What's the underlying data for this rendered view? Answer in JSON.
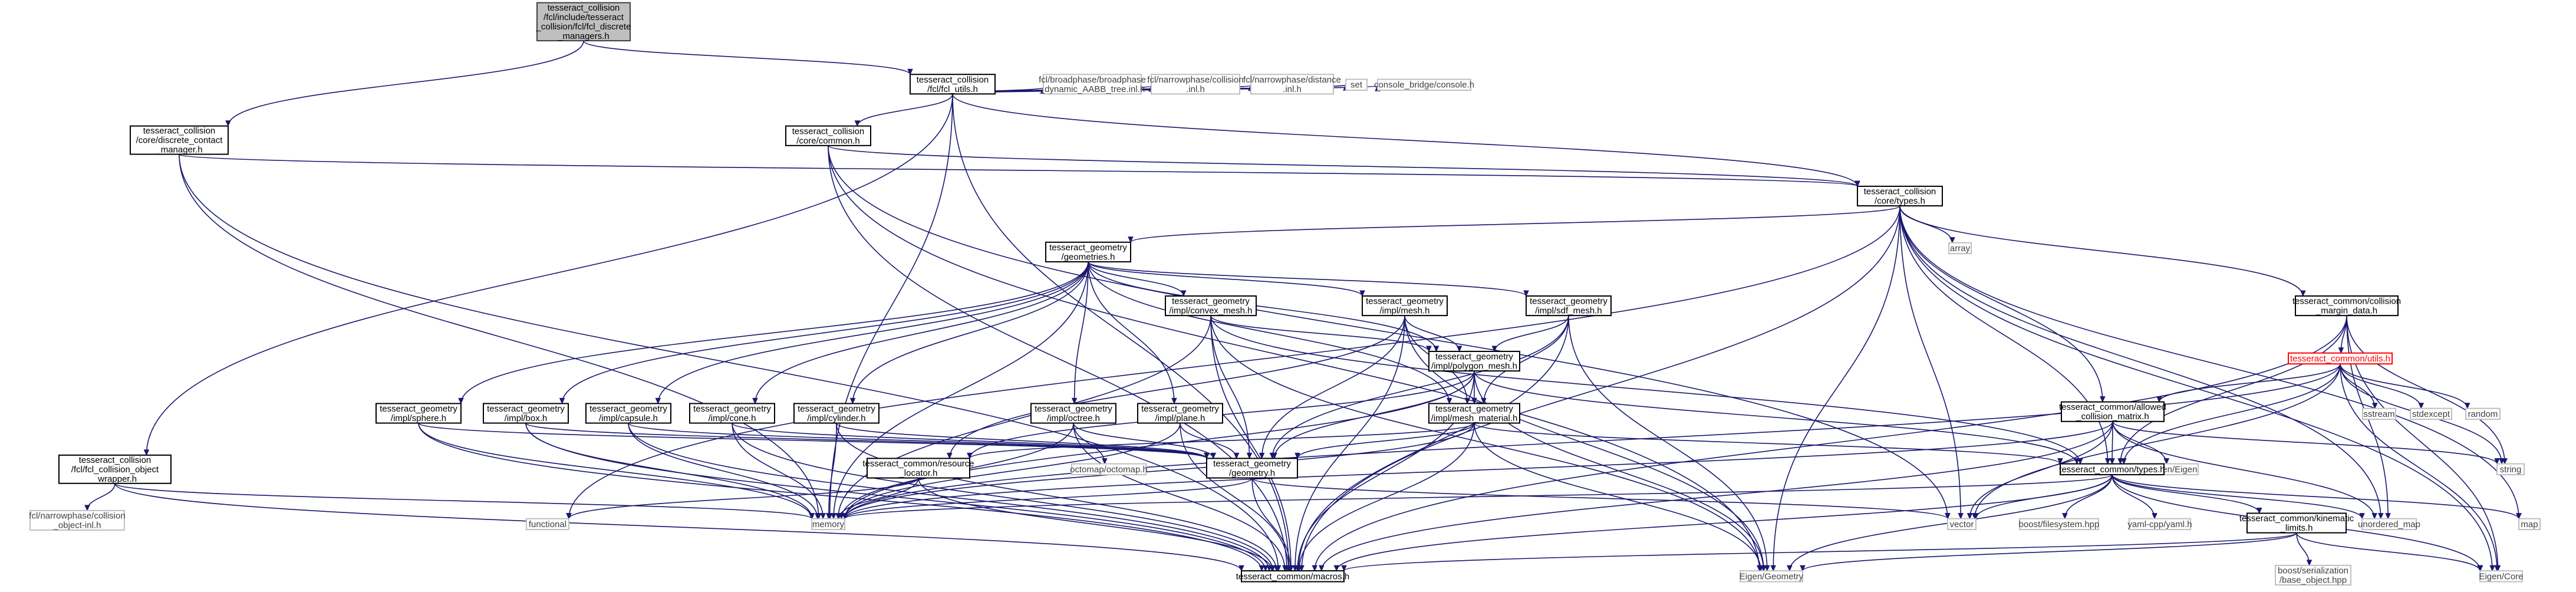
{
  "graph": {
    "nodes": [
      {
        "id": "n_root",
        "lines": [
          "tesseract_collision",
          "/fcl/include/tesseract",
          "_collision/fcl/fcl_discrete",
          "_managers.h"
        ],
        "kind": "root"
      },
      {
        "id": "n_fcl_utils",
        "lines": [
          "tesseract_collision",
          "/fcl/fcl_utils.h"
        ],
        "kind": "local"
      },
      {
        "id": "n_dcm",
        "lines": [
          "tesseract_collision",
          "/core/discrete_contact",
          "_manager.h"
        ],
        "kind": "local"
      },
      {
        "id": "n_bp",
        "lines": [
          "fcl/broadphase/broadphase",
          "_dynamic_AABB_tree.inl.h"
        ],
        "kind": "ext"
      },
      {
        "id": "n_nc",
        "lines": [
          "fcl/narrowphase/collision",
          ".inl.h"
        ],
        "kind": "ext"
      },
      {
        "id": "n_nd",
        "lines": [
          "fcl/narrowphase/distance",
          ".inl.h"
        ],
        "kind": "ext"
      },
      {
        "id": "n_set",
        "lines": [
          "set"
        ],
        "kind": "ext"
      },
      {
        "id": "n_console",
        "lines": [
          "console_bridge/console.h"
        ],
        "kind": "ext"
      },
      {
        "id": "n_common",
        "lines": [
          "tesseract_collision",
          "/core/common.h"
        ],
        "kind": "local"
      },
      {
        "id": "n_types",
        "lines": [
          "tesseract_collision",
          "/core/types.h"
        ],
        "kind": "local"
      },
      {
        "id": "n_array",
        "lines": [
          "array"
        ],
        "kind": "ext"
      },
      {
        "id": "n_geoms",
        "lines": [
          "tesseract_geometry",
          "/geometries.h"
        ],
        "kind": "local"
      },
      {
        "id": "n_cmd",
        "lines": [
          "tesseract_common/collision",
          "_margin_data.h"
        ],
        "kind": "local"
      },
      {
        "id": "n_cvx",
        "lines": [
          "tesseract_geometry",
          "/impl/convex_mesh.h"
        ],
        "kind": "local"
      },
      {
        "id": "n_mesh",
        "lines": [
          "tesseract_geometry",
          "/impl/mesh.h"
        ],
        "kind": "local"
      },
      {
        "id": "n_sdf",
        "lines": [
          "tesseract_geometry",
          "/impl/sdf_mesh.h"
        ],
        "kind": "local"
      },
      {
        "id": "n_poly",
        "lines": [
          "tesseract_geometry",
          "/impl/polygon_mesh.h"
        ],
        "kind": "local"
      },
      {
        "id": "n_utils",
        "lines": [
          "tesseract_common/utils.h"
        ],
        "kind": "red"
      },
      {
        "id": "n_sphere",
        "lines": [
          "tesseract_geometry",
          "/impl/sphere.h"
        ],
        "kind": "local"
      },
      {
        "id": "n_box",
        "lines": [
          "tesseract_geometry",
          "/impl/box.h"
        ],
        "kind": "local"
      },
      {
        "id": "n_capsule",
        "lines": [
          "tesseract_geometry",
          "/impl/capsule.h"
        ],
        "kind": "local"
      },
      {
        "id": "n_cone",
        "lines": [
          "tesseract_geometry",
          "/impl/cone.h"
        ],
        "kind": "local"
      },
      {
        "id": "n_cyl",
        "lines": [
          "tesseract_geometry",
          "/impl/cylinder.h"
        ],
        "kind": "local"
      },
      {
        "id": "n_octree",
        "lines": [
          "tesseract_geometry",
          "/impl/octree.h"
        ],
        "kind": "local"
      },
      {
        "id": "n_plane",
        "lines": [
          "tesseract_geometry",
          "/impl/plane.h"
        ],
        "kind": "local"
      },
      {
        "id": "n_mmat",
        "lines": [
          "tesseract_geometry",
          "/impl/mesh_material.h"
        ],
        "kind": "local"
      },
      {
        "id": "n_acm",
        "lines": [
          "tesseract_common/allowed",
          "_collision_matrix.h"
        ],
        "kind": "local"
      },
      {
        "id": "n_sstream",
        "lines": [
          "sstream"
        ],
        "kind": "ext"
      },
      {
        "id": "n_stdexcept",
        "lines": [
          "stdexcept"
        ],
        "kind": "ext"
      },
      {
        "id": "n_random",
        "lines": [
          "random"
        ],
        "kind": "ext"
      },
      {
        "id": "n_fcl_cow",
        "lines": [
          "tesseract_collision",
          "/fcl/fcl_collision_object",
          "_wrapper.h"
        ],
        "kind": "local"
      },
      {
        "id": "n_resloc",
        "lines": [
          "tesseract_common/resource",
          "_locator.h"
        ],
        "kind": "local"
      },
      {
        "id": "n_octomap",
        "lines": [
          "octomap/octomap.h"
        ],
        "kind": "ext"
      },
      {
        "id": "n_geometry",
        "lines": [
          "tesseract_geometry",
          "/geometry.h"
        ],
        "kind": "local"
      },
      {
        "id": "n_eigen",
        "lines": [
          "Eigen/Eigen"
        ],
        "kind": "ext"
      },
      {
        "id": "n_ctypes",
        "lines": [
          "tesseract_common/types.h"
        ],
        "kind": "local"
      },
      {
        "id": "n_string",
        "lines": [
          "string"
        ],
        "kind": "ext"
      },
      {
        "id": "n_fcl_coi",
        "lines": [
          "fcl/narrowphase/collision",
          "_object-inl.h"
        ],
        "kind": "ext"
      },
      {
        "id": "n_functional",
        "lines": [
          "functional"
        ],
        "kind": "ext"
      },
      {
        "id": "n_memory",
        "lines": [
          "memory"
        ],
        "kind": "ext"
      },
      {
        "id": "n_vector",
        "lines": [
          "vector"
        ],
        "kind": "ext"
      },
      {
        "id": "n_bfs",
        "lines": [
          "boost/filesystem.hpp"
        ],
        "kind": "ext"
      },
      {
        "id": "n_yaml",
        "lines": [
          "yaml-cpp/yaml.h"
        ],
        "kind": "ext"
      },
      {
        "id": "n_kl",
        "lines": [
          "tesseract_common/kinematic",
          "_limits.h"
        ],
        "kind": "local"
      },
      {
        "id": "n_umap",
        "lines": [
          "unordered_map"
        ],
        "kind": "ext"
      },
      {
        "id": "n_map",
        "lines": [
          "map"
        ],
        "kind": "ext"
      },
      {
        "id": "n_macros",
        "lines": [
          "tesseract_common/macros.h"
        ],
        "kind": "local"
      },
      {
        "id": "n_egeom",
        "lines": [
          "Eigen/Geometry"
        ],
        "kind": "ext"
      },
      {
        "id": "n_ecore",
        "lines": [
          "Eigen/Core"
        ],
        "kind": "ext"
      },
      {
        "id": "n_boostser",
        "lines": [
          "boost/serialization",
          "/base_object.hpp"
        ],
        "kind": "ext"
      }
    ],
    "edges": [
      [
        "n_root",
        "n_fcl_utils"
      ],
      [
        "n_root",
        "n_dcm"
      ],
      [
        "n_fcl_utils",
        "n_fcl_cow"
      ],
      [
        "n_fcl_utils",
        "n_bp"
      ],
      [
        "n_fcl_utils",
        "n_nc"
      ],
      [
        "n_fcl_utils",
        "n_nd"
      ],
      [
        "n_fcl_utils",
        "n_set"
      ],
      [
        "n_fcl_utils",
        "n_console"
      ],
      [
        "n_fcl_utils",
        "n_common"
      ],
      [
        "n_fcl_utils",
        "n_types"
      ],
      [
        "n_fcl_utils",
        "n_macros"
      ],
      [
        "n_fcl_utils",
        "n_memory"
      ],
      [
        "n_dcm",
        "n_types"
      ],
      [
        "n_dcm",
        "n_macros"
      ],
      [
        "n_dcm",
        "n_memory"
      ],
      [
        "n_common",
        "n_types"
      ],
      [
        "n_common",
        "n_macros"
      ],
      [
        "n_common",
        "n_vector"
      ],
      [
        "n_common",
        "n_egeom"
      ],
      [
        "n_types",
        "n_array"
      ],
      [
        "n_types",
        "n_geoms"
      ],
      [
        "n_types",
        "n_cmd"
      ],
      [
        "n_types",
        "n_acm"
      ],
      [
        "n_types",
        "n_ctypes"
      ],
      [
        "n_types",
        "n_vector"
      ],
      [
        "n_types",
        "n_macros"
      ],
      [
        "n_types",
        "n_egeom"
      ],
      [
        "n_types",
        "n_ecore"
      ],
      [
        "n_types",
        "n_map"
      ],
      [
        "n_types",
        "n_umap"
      ],
      [
        "n_types",
        "n_functional"
      ],
      [
        "n_geoms",
        "n_sphere"
      ],
      [
        "n_geoms",
        "n_box"
      ],
      [
        "n_geoms",
        "n_capsule"
      ],
      [
        "n_geoms",
        "n_cone"
      ],
      [
        "n_geoms",
        "n_cyl"
      ],
      [
        "n_geoms",
        "n_octree"
      ],
      [
        "n_geoms",
        "n_plane"
      ],
      [
        "n_geoms",
        "n_cvx"
      ],
      [
        "n_geoms",
        "n_mesh"
      ],
      [
        "n_geoms",
        "n_sdf"
      ],
      [
        "n_geoms",
        "n_poly"
      ],
      [
        "n_geoms",
        "n_mmat"
      ],
      [
        "n_geoms",
        "n_memory"
      ],
      [
        "n_cvx",
        "n_poly"
      ],
      [
        "n_cvx",
        "n_geometry"
      ],
      [
        "n_cvx",
        "n_macros"
      ],
      [
        "n_cvx",
        "n_memory"
      ],
      [
        "n_cvx",
        "n_egeom"
      ],
      [
        "n_cvx",
        "n_ctypes"
      ],
      [
        "n_mesh",
        "n_poly"
      ],
      [
        "n_mesh",
        "n_mmat"
      ],
      [
        "n_mesh",
        "n_geometry"
      ],
      [
        "n_mesh",
        "n_macros"
      ],
      [
        "n_mesh",
        "n_egeom"
      ],
      [
        "n_mesh",
        "n_resloc"
      ],
      [
        "n_sdf",
        "n_poly"
      ],
      [
        "n_sdf",
        "n_mmat"
      ],
      [
        "n_sdf",
        "n_geometry"
      ],
      [
        "n_sdf",
        "n_macros"
      ],
      [
        "n_sdf",
        "n_egeom"
      ],
      [
        "n_poly",
        "n_mmat"
      ],
      [
        "n_poly",
        "n_geometry"
      ],
      [
        "n_poly",
        "n_macros"
      ],
      [
        "n_poly",
        "n_ctypes"
      ],
      [
        "n_poly",
        "n_egeom"
      ],
      [
        "n_poly",
        "n_resloc"
      ],
      [
        "n_poly",
        "n_memory"
      ],
      [
        "n_mmat",
        "n_geometry"
      ],
      [
        "n_mmat",
        "n_macros"
      ],
      [
        "n_mmat",
        "n_egeom"
      ],
      [
        "n_mmat",
        "n_ctypes"
      ],
      [
        "n_mmat",
        "n_resloc"
      ],
      [
        "n_mmat",
        "n_memory"
      ],
      [
        "n_sphere",
        "n_geometry"
      ],
      [
        "n_sphere",
        "n_macros"
      ],
      [
        "n_sphere",
        "n_memory"
      ],
      [
        "n_box",
        "n_geometry"
      ],
      [
        "n_box",
        "n_macros"
      ],
      [
        "n_box",
        "n_memory"
      ],
      [
        "n_capsule",
        "n_geometry"
      ],
      [
        "n_capsule",
        "n_macros"
      ],
      [
        "n_capsule",
        "n_memory"
      ],
      [
        "n_cone",
        "n_geometry"
      ],
      [
        "n_cone",
        "n_macros"
      ],
      [
        "n_cone",
        "n_memory"
      ],
      [
        "n_cyl",
        "n_geometry"
      ],
      [
        "n_cyl",
        "n_macros"
      ],
      [
        "n_cyl",
        "n_memory"
      ],
      [
        "n_octree",
        "n_geometry"
      ],
      [
        "n_octree",
        "n_octomap"
      ],
      [
        "n_octree",
        "n_macros"
      ],
      [
        "n_octree",
        "n_memory"
      ],
      [
        "n_plane",
        "n_geometry"
      ],
      [
        "n_plane",
        "n_macros"
      ],
      [
        "n_plane",
        "n_memory"
      ],
      [
        "n_geometry",
        "n_macros"
      ],
      [
        "n_geometry",
        "n_memory"
      ],
      [
        "n_geometry",
        "n_vector"
      ],
      [
        "n_resloc",
        "n_macros"
      ],
      [
        "n_resloc",
        "n_functional"
      ],
      [
        "n_resloc",
        "n_memory"
      ],
      [
        "n_fcl_cow",
        "n_fcl_coi"
      ],
      [
        "n_fcl_cow",
        "n_macros"
      ],
      [
        "n_fcl_cow",
        "n_memory"
      ],
      [
        "n_cmd",
        "n_utils"
      ],
      [
        "n_cmd",
        "n_ctypes"
      ],
      [
        "n_cmd",
        "n_macros"
      ],
      [
        "n_cmd",
        "n_string"
      ],
      [
        "n_cmd",
        "n_umap"
      ],
      [
        "n_cmd",
        "n_ecore"
      ],
      [
        "n_utils",
        "n_sstream"
      ],
      [
        "n_utils",
        "n_stdexcept"
      ],
      [
        "n_utils",
        "n_random"
      ],
      [
        "n_utils",
        "n_string"
      ],
      [
        "n_utils",
        "n_vector"
      ],
      [
        "n_utils",
        "n_ctypes"
      ],
      [
        "n_utils",
        "n_ecore"
      ],
      [
        "n_utils",
        "n_acm"
      ],
      [
        "n_utils",
        "n_memory"
      ],
      [
        "n_acm",
        "n_ctypes"
      ],
      [
        "n_acm",
        "n_eigen"
      ],
      [
        "n_acm",
        "n_macros"
      ],
      [
        "n_acm",
        "n_vector"
      ],
      [
        "n_acm",
        "n_string"
      ],
      [
        "n_acm",
        "n_umap"
      ],
      [
        "n_acm",
        "n_memory"
      ],
      [
        "n_ctypes",
        "n_kl"
      ],
      [
        "n_ctypes",
        "n_vector"
      ],
      [
        "n_ctypes",
        "n_memory"
      ],
      [
        "n_ctypes",
        "n_macros"
      ],
      [
        "n_ctypes",
        "n_bfs"
      ],
      [
        "n_ctypes",
        "n_yaml"
      ],
      [
        "n_ctypes",
        "n_umap"
      ],
      [
        "n_ctypes",
        "n_map"
      ],
      [
        "n_ctypes",
        "n_egeom"
      ],
      [
        "n_ctypes",
        "n_ecore"
      ],
      [
        "n_kl",
        "n_macros"
      ],
      [
        "n_kl",
        "n_boostser"
      ],
      [
        "n_kl",
        "n_egeom"
      ],
      [
        "n_kl",
        "n_ecore"
      ]
    ]
  }
}
